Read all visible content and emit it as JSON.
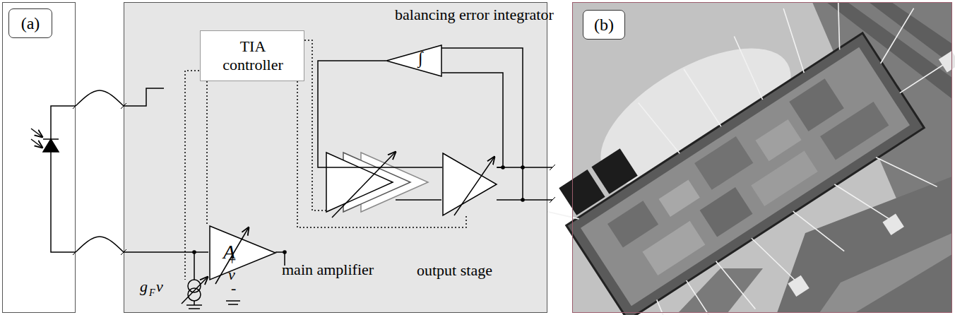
{
  "diagram": {
    "nodes": [
      {
        "text": [
          "(a)"
        ]
      },
      {
        "text": [
          "balancing error integrator"
        ]
      },
      {
        "text": [
          "TIA controller"
        ],
        "in": 1
      },
      {
        "text": [
          "A"
        ],
        "in": 1
      },
      {
        "text": [
          "∫"
        ],
        "in": 1
      },
      {
        "text": [
          "main amplifier"
        ],
        "in": 1
      },
      {
        "text": [
          "output stage"
        ],
        "in": 1
      },
      {
        "text": [
          "(b)"
        ]
      }
    ],
    "edges": [
      {
        "from": 0,
        "to": 1,
        "arrow": "none"
      },
      {
        "from": 0,
        "to": 1,
        "arrow": "none"
      },
      {
        "from": 5,
        "to": 6,
        "arrow": "none"
      },
      {
        "from": 6,
        "to": 4,
        "arrow": "none"
      },
      {
        "from": 4,
        "to": 5,
        "arrow": "none"
      },
      {
        "from": 2,
        "to": 3,
        "arrow": "none"
      },
      {
        "from": 2,
        "to": 5,
        "arrow": "none"
      },
      {
        "from": 2,
        "to": 6,
        "arrow": "none"
      }
    ],
    "labels": [
      "g",
      "F",
      "v",
      "+",
      "v",
      "-"
    ]
  }
}
